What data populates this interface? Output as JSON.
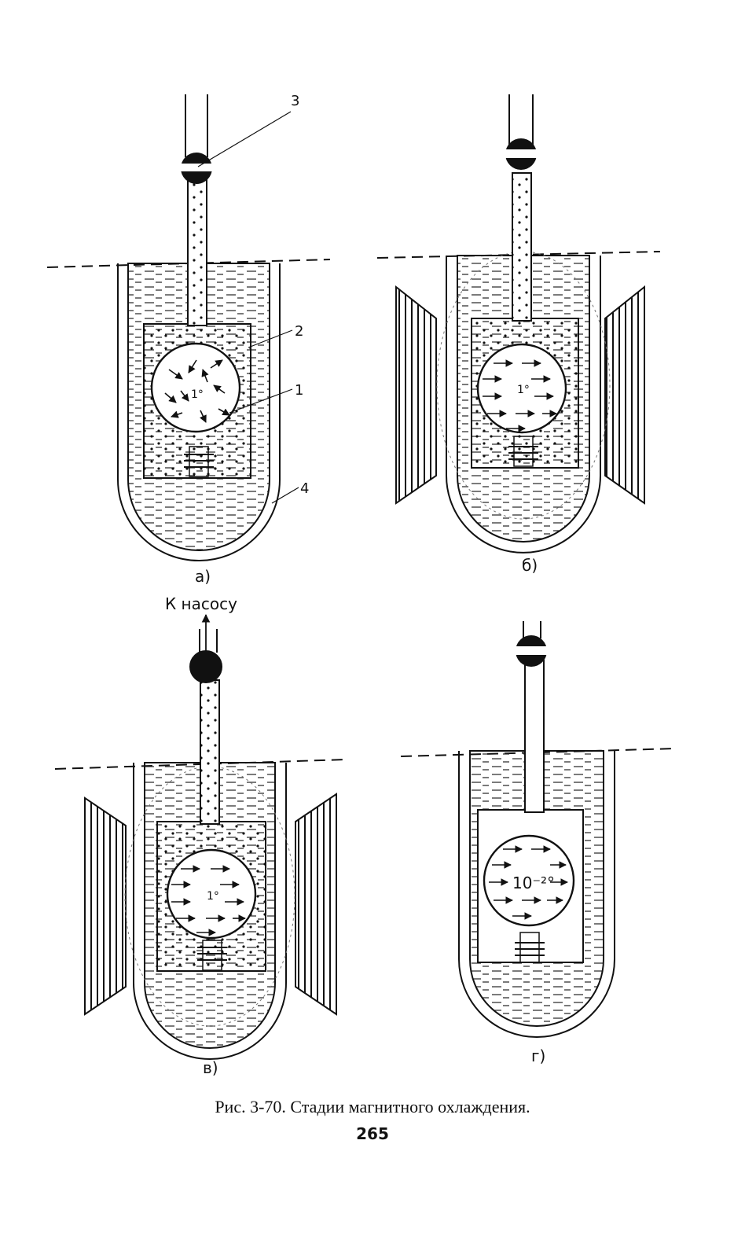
{
  "panels": [
    {
      "id": "a",
      "label": "а)",
      "sphere_text": "1°",
      "callouts": [
        "3",
        "2",
        "1",
        "4"
      ]
    },
    {
      "id": "b",
      "label": "б)",
      "sphere_text": "1°"
    },
    {
      "id": "v",
      "label": "в)",
      "sphere_text": "1°",
      "pump_label": "К насосу"
    },
    {
      "id": "g",
      "label": "г)",
      "sphere_text": "10⁻²°"
    }
  ],
  "caption": "Рис. 3-70. Стадии магнитного охлаждения.",
  "page_number": "265"
}
